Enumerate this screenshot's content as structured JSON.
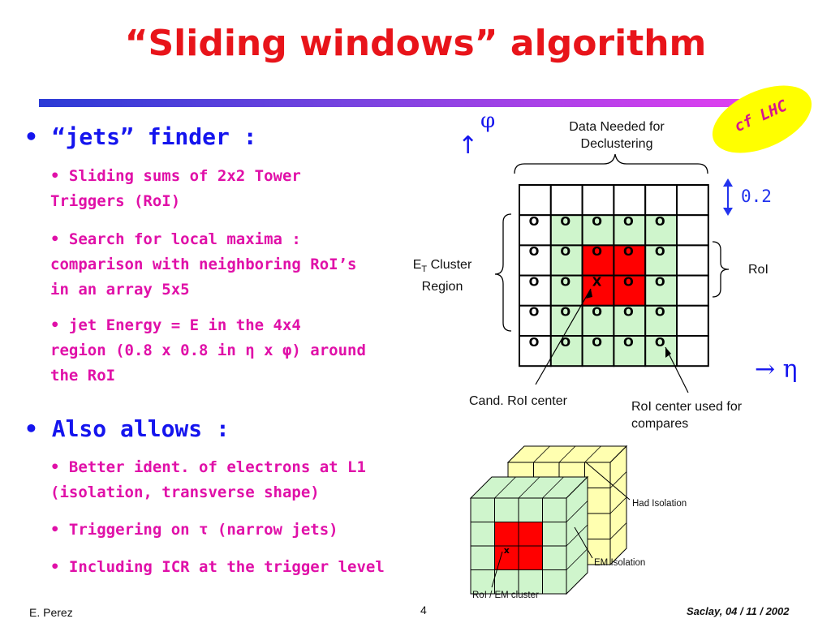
{
  "slide": {
    "title": "“Sliding windows” algorithm",
    "badge": "cf LHC",
    "bullets": [
      {
        "text": "“jets” finder :",
        "subitems": [
          [
            "• Sliding sums of 2x2 Tower",
            "Triggers (RoI)"
          ],
          [
            "• Search for local maxima  :",
            "comparison with neighboring RoI’s",
            "in an array 5x5"
          ],
          [
            "• jet Energy  = E in the 4x4",
            "region (0.8 x 0.8 in η x φ) around",
            "the RoI"
          ]
        ]
      },
      {
        "text": "Also allows :",
        "subitems": [
          [
            "• Better ident. of electrons at L1",
            "(isolation, transverse shape)"
          ],
          [
            "• Triggering on τ (narrow jets)"
          ],
          [
            "• Including ICR at the trigger level"
          ]
        ]
      }
    ]
  },
  "diagram": {
    "phi_symbol": "φ",
    "up_arrow": "↑",
    "eta_arrow": "→ η",
    "step": "0.2",
    "data_needed": [
      "Data Needed for",
      "Declustering"
    ],
    "et_cluster": [
      "E",
      "T",
      " Cluster",
      "Region"
    ],
    "roi": "RoI",
    "cand_roi": "Cand. RoI center",
    "roi_compare": [
      "RoI center used for",
      "compares"
    ],
    "grid_marks": [
      [
        "",
        "O",
        "O",
        "O",
        "O",
        "O",
        ""
      ],
      [
        "",
        "O",
        "O",
        "O",
        "O",
        "O",
        ""
      ],
      [
        "",
        "O",
        "O",
        "X",
        "O",
        "O",
        ""
      ],
      [
        "",
        "O",
        "O",
        "O",
        "O",
        "O",
        ""
      ],
      [
        "",
        "O",
        "O",
        "O",
        "O",
        "O",
        ""
      ]
    ],
    "had_isolation": "Had Isolation",
    "em_isolation": "EM Isolation",
    "roi_em_cluster": "RoI / EM cluster",
    "cube_mark": "x"
  },
  "footer": {
    "author": "E. Perez",
    "page": "4",
    "venue": "Saclay, 04 / 11 / 2002"
  },
  "colors": {
    "title": "#e8141a",
    "bullet": "#1515ee",
    "subtext": "#e010a8",
    "roi_cell": "#ff0000",
    "cluster_cell": "#cff5cc",
    "had_cube": "#ffffb0"
  }
}
